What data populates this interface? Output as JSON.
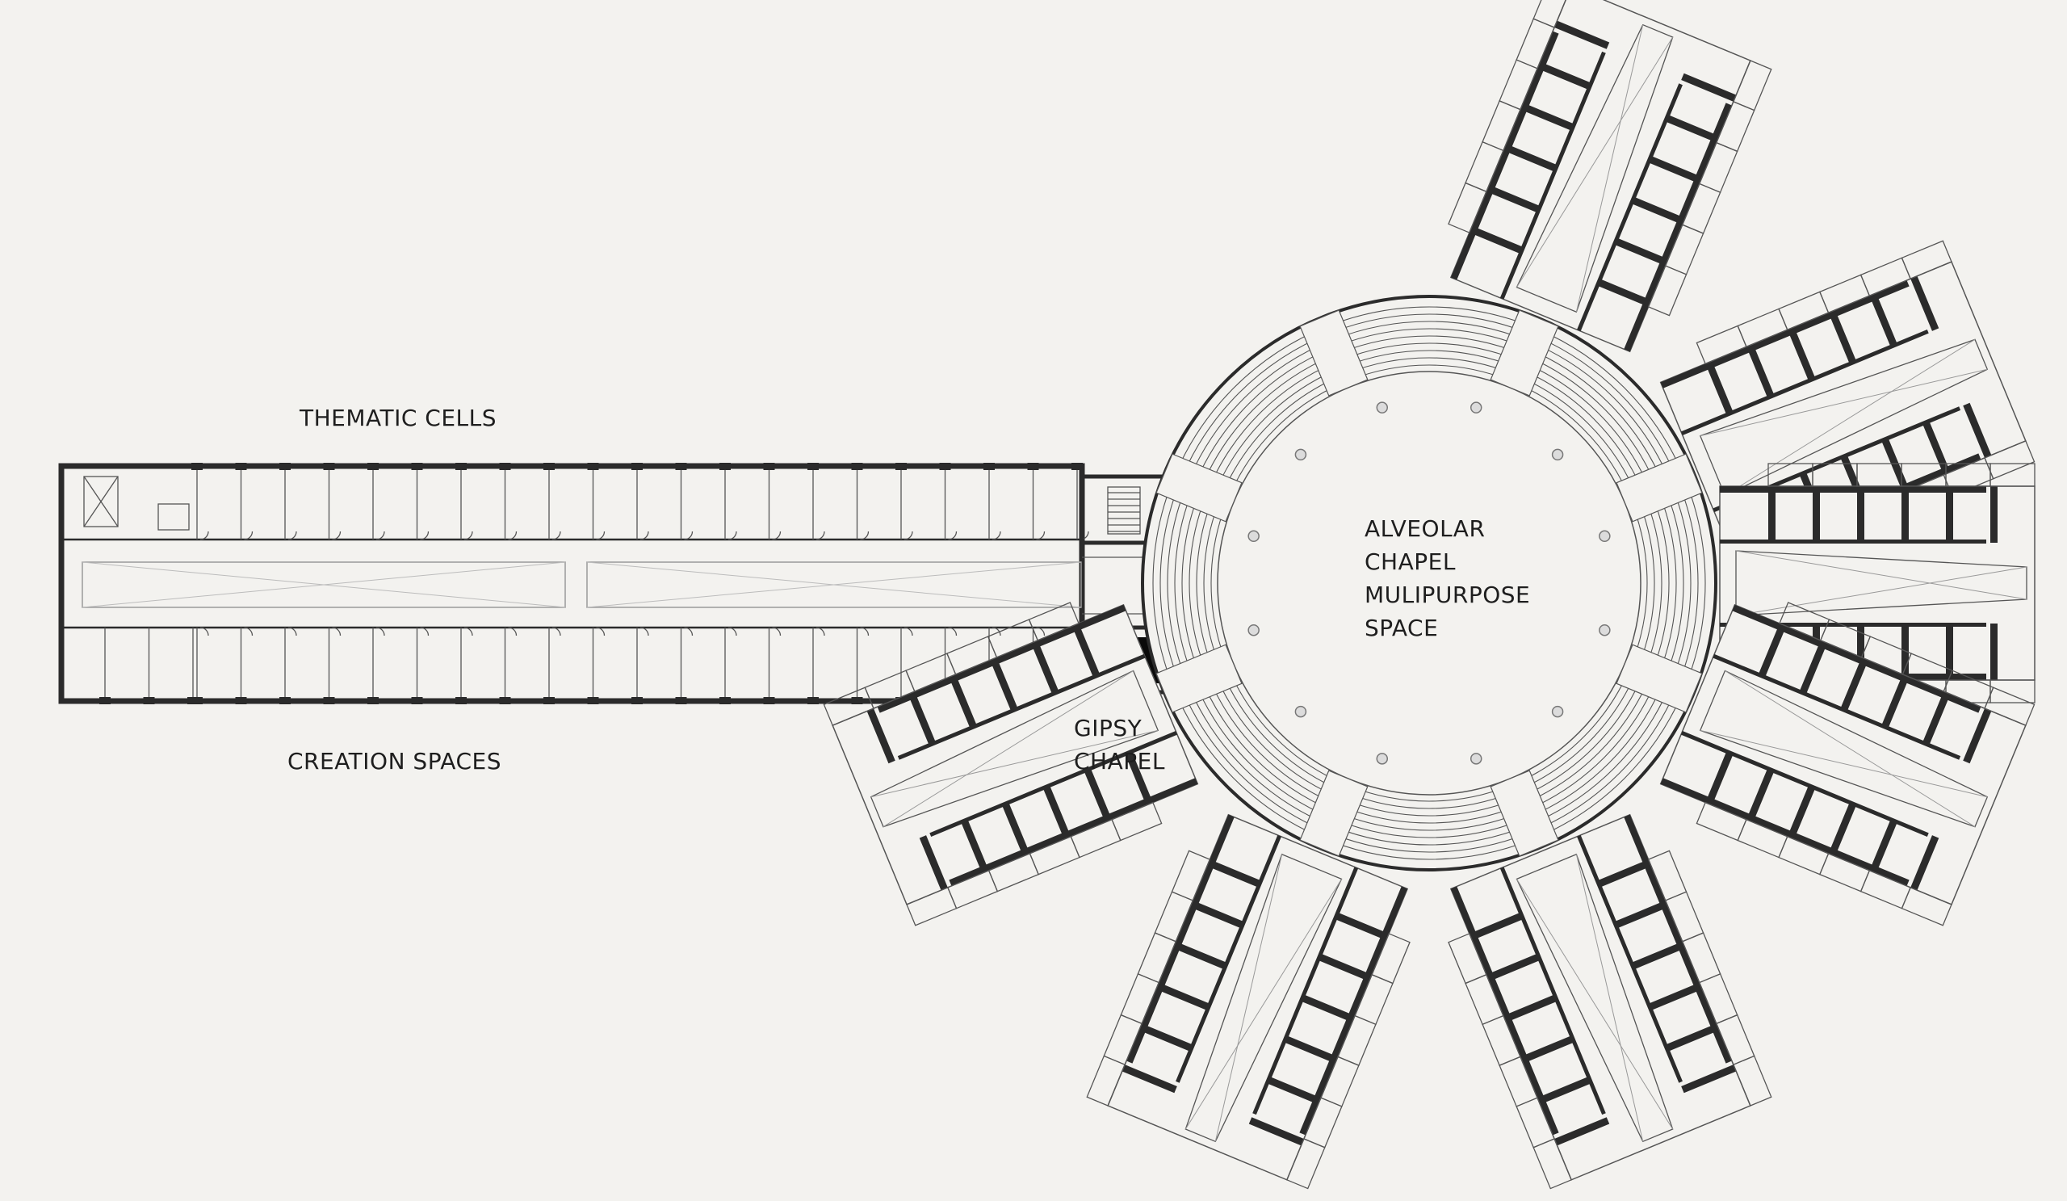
{
  "labels": {
    "thematic_cells": "THEMATIC CELLS",
    "creation_spaces": "CREATION SPACES",
    "gipsy_chapel": [
      "GIPSY",
      "CHAPEL"
    ],
    "alveolar_chapel": [
      "ALVEOLAR",
      "CHAPEL",
      "MULIPURPOSE",
      "SPACE"
    ]
  },
  "colors": {
    "background": "#f3f2ef",
    "wall": "#2b2b2b",
    "line": "#555555",
    "text": "#1e1e1e"
  }
}
